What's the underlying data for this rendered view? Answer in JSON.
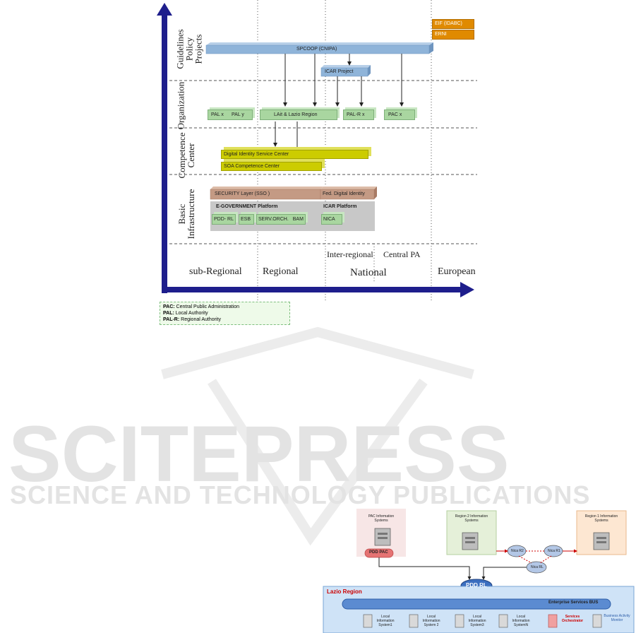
{
  "diagram": {
    "rows": [
      "Guidelines\nPolicy\nProjects",
      "Organization",
      "Competence\nCenter",
      "Basic\nInfrastructure"
    ],
    "columns": {
      "sub_regional": "sub-Regional",
      "regional": "Regional",
      "inter_regional": "Inter-regional",
      "central_pa": "Central PA",
      "national": "National",
      "european": "European"
    },
    "boxes": {
      "eif": "EIF (IDABC)",
      "erni": "ERNI",
      "spcoop": "SPCOOP (CNIPA)",
      "icar_project": "ICAR Project",
      "pal_x": "PAL x",
      "pal_y": "PAL y",
      "lait_lazio": "LAit & Lazio Region",
      "pal_r": "PAL-R x",
      "pac_x": "PAC x",
      "digital_identity": "Digital Identity Service Center",
      "soa": "SOA Competence Center",
      "security_layer": "SECURITY Layer (SSO )",
      "fed_identity": "Fed. Digital Identity",
      "egov_platform": "E-GOVERNMENT Platform",
      "icar_platform": "ICAR Platform",
      "pdd_rl": "PDD- RL",
      "esb": "ESB",
      "serv_orch": "SERV.ORCH.",
      "bam": "BAM",
      "nica": "NICA"
    },
    "legend": {
      "pac_abbr": "PAC:",
      "pac_text": "Central Public Administration",
      "pal_abbr": "PAL:",
      "pal_text": "Local Authority",
      "palr_abbr": "PAL-R:",
      "palr_text": "Regional Authority"
    }
  },
  "watermark": {
    "main": "SCITEPRESS",
    "sub": "SCIENCE AND TECHNOLOGY PUBLICATIONS"
  },
  "network": {
    "pac_title": "PAC Information Systems",
    "pdd_pac": "PDD PAC",
    "region2": "Region 2 Information Systems",
    "region1": "Region 1 Information Systems",
    "nica_r2": "Nica R2",
    "nica_r1": "Nica R1",
    "nica_rl": "Nica RL",
    "pdd_rl": "PDD RL",
    "lazio_region": "Lazio Region",
    "esb": "Enterprise Services BUS",
    "lis1": "Local Information System1",
    "lis2": "Local Information System 2",
    "lis3": "Local Information System3",
    "lisn": "Local Information SystemN",
    "services_orch": "Services Orchestrator",
    "bam": "Business Activity Monitor"
  },
  "colors": {
    "axis": "#1e1e8c",
    "spcoop": "#8fb4d9",
    "green_box": "#a9d6a0",
    "yellow_box": "#cccc00",
    "security": "#c49a84",
    "orange": "#e08a00",
    "lazio_title": "#cc0000"
  }
}
